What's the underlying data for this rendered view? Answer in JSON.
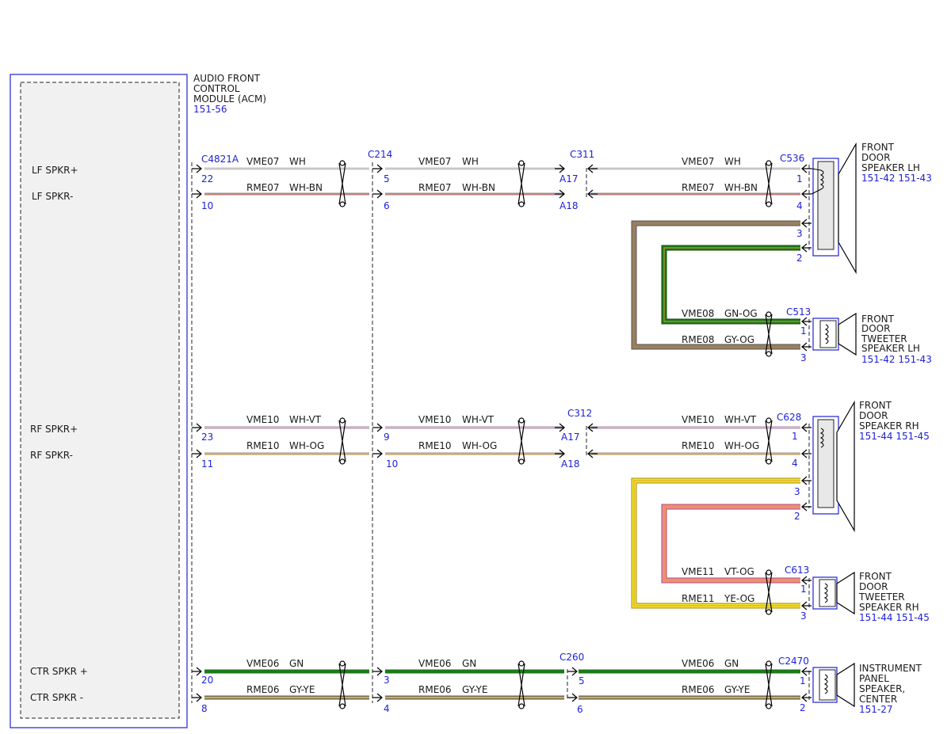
{
  "module": {
    "lines": [
      "AUDIO FRONT",
      "CONTROL",
      "MODULE (ACM)"
    ],
    "ref": "151-56",
    "pins": [
      "LF SPKR+",
      "LF SPKR-",
      "RF SPKR+",
      "RF SPKR-",
      "CTR SPKR +",
      "CTR SPKR -"
    ]
  },
  "connectors": {
    "acm": "C4821A",
    "inline1": "C214",
    "c311": "C311",
    "c312": "C312",
    "c260": "C260",
    "lf_spk": "C536",
    "lf_tw": "C513",
    "rf_spk": "C628",
    "rf_tw": "C613",
    "ctr_spk": "C2470"
  },
  "wires": {
    "vme07": "VME07",
    "wh": "WH",
    "rme07": "RME07",
    "whbn": "WH-BN",
    "vme08": "VME08",
    "gnog": "GN-OG",
    "rme08": "RME08",
    "gyog": "GY-OG",
    "vme10": "VME10",
    "whvt": "WH-VT",
    "rme10": "RME10",
    "whog": "WH-OG",
    "vme11": "VME11",
    "vtog": "VT-OG",
    "rme11": "RME11",
    "yeog": "YE-OG",
    "vme06": "VME06",
    "gn": "GN",
    "rme06": "RME06",
    "gyye": "GY-YE"
  },
  "pins": {
    "p22": "22",
    "p10": "10",
    "p23": "23",
    "p11": "11",
    "p20": "20",
    "p8": "8",
    "p5": "5",
    "p6": "6",
    "p9": "9",
    "p3": "3",
    "p4": "4",
    "a17": "A17",
    "a18": "A18",
    "p1": "1",
    "p2": "2"
  },
  "components": {
    "lf_speaker": {
      "lines": [
        "FRONT",
        "DOOR",
        "SPEAKER LH"
      ],
      "refs": "151-42  151-43"
    },
    "lf_tweeter": {
      "lines": [
        "FRONT",
        "DOOR",
        "TWEETER",
        "SPEAKER LH"
      ],
      "refs": "151-42  151-43"
    },
    "rf_speaker": {
      "lines": [
        "FRONT",
        "DOOR",
        "SPEAKER RH"
      ],
      "refs": "151-44  151-45"
    },
    "rf_tweeter": {
      "lines": [
        "FRONT",
        "DOOR",
        "TWEETER",
        "SPEAKER RH"
      ],
      "refs": "151-44  151-45"
    },
    "ctr_speaker": {
      "lines": [
        "INSTRUMENT",
        "PANEL",
        "SPEAKER,",
        "CENTER"
      ],
      "refs": "151-27"
    }
  },
  "colors": {
    "wh": "#c8c8c8",
    "bn": "#c0392b",
    "gn": "#1b7a1b",
    "og": "#e59a2a",
    "gy": "#9a8060",
    "vt": "#e6a0d8",
    "ye": "#f1e52a",
    "pk": "#f08a9a",
    "blue": "#1f22d6"
  }
}
